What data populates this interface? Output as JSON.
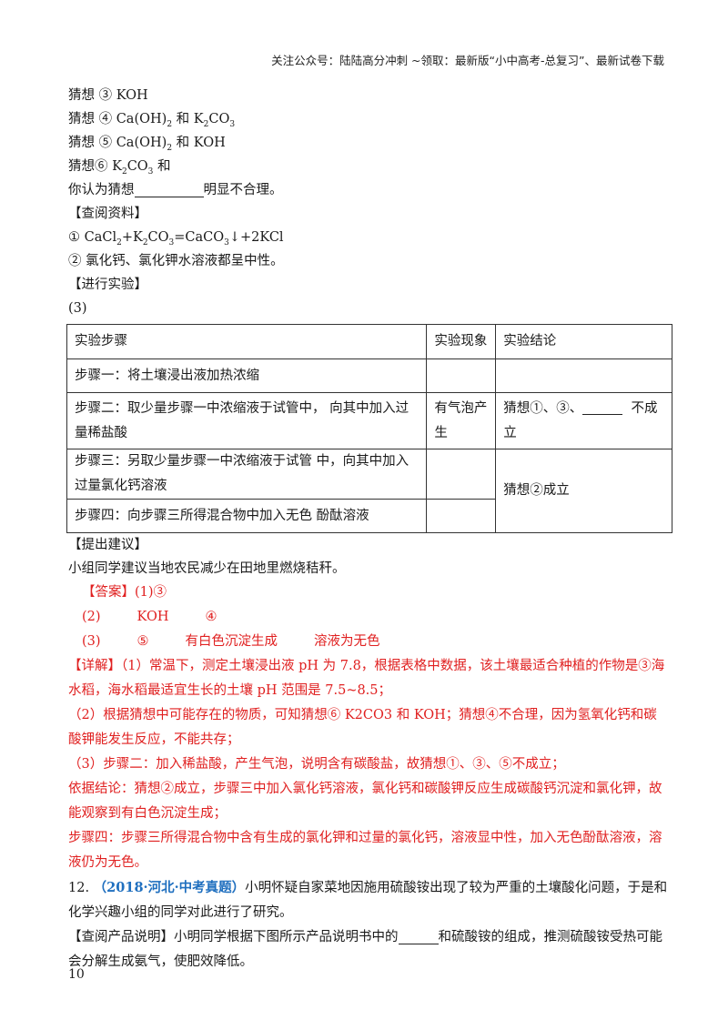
{
  "header": "关注公众号：陆陆高分冲刺 ~领取：最新版“小中高考-总复习”、最新试卷下载",
  "guesses": {
    "g3": "猜想 ③ KOH",
    "g4_pre": "猜想 ④ Ca(OH)",
    "g4_mid": " 和 K",
    "g4_co": "CO",
    "g5_pre": "猜想 ⑤ Ca(OH)",
    "g5_post": " 和  KOH",
    "g6_pre": "猜想⑥ K",
    "g6_co": "CO",
    "g6_post": " 和"
  },
  "question_unreasonable": {
    "pre": "你认为猜想",
    "post": "明显不合理。"
  },
  "section_reference": "【查阅资料】",
  "reference_1": {
    "a": "① CaCl",
    "b": "+K",
    "c": "CO",
    "d": "=CaCO",
    "e": "↓+2KCl"
  },
  "reference_2": "② 氯化钙、氯化钾水溶液都呈中性。",
  "section_experiment": "【进行实验】",
  "part3": "(3)",
  "table": {
    "headers": [
      "实验步骤",
      "实验现象",
      "实验结论"
    ],
    "step1": "步骤一：将土壤浸出液加热浓缩",
    "step2": "步骤二：取少量步骤一中浓缩液于试管中， 向其中加入过量稀盐酸",
    "step2_phenomenon": "有气泡产生",
    "step2_conclusion_pre": "猜想①、③、",
    "step2_conclusion_post": "不成立",
    "step3": "步骤三：另取少量步骤一中浓缩液于试管 中，向其中加入过量氯化钙溶液",
    "step34_conclusion": "猜想②成立",
    "step4": "步骤四：向步骤三所得混合物中加入无色 酚酞溶液"
  },
  "section_suggestion": "【提出建议】",
  "suggestion_text": "小组同学建议当地农民减少在田地里燃烧秸秆。",
  "answer": {
    "label": "【答案】",
    "a1": "(1)③",
    "a2_num": "(2)",
    "a2_x": "KOH",
    "a2_y": "④",
    "a3_num": "(3)",
    "a3_x": "⑤",
    "a3_y": "有白色沉淀生成",
    "a3_z": "溶液为无色"
  },
  "detail": {
    "label": "【详解】",
    "p1": "（1）常温下，测定土壤浸出液 pH 为 7.8，根据表格中数据，该土壤最适合种植的作物是③海水稻，海水稻最适宜生长的土壤 pH 范围是 7.5~8.5；",
    "p2": "（2）根据猜想中可能存在的物质，可知猜想⑥ K2CO3 和 KOH；猜想④不合理，因为氢氧化钙和碳酸钾能发生反应，不能共存；",
    "p3": "（3）步骤二：加入稀盐酸，产生气泡，说明含有碳酸盐，故猜想①、③、⑤不成立；",
    "p4": "依据结论：猜想②成立，步骤三中加入氯化钙溶液，氯化钙和碳酸钾反应生成碳酸钙沉淀和氯化钾，故能观察到有白色沉淀生成；",
    "p5": "步骤四：步骤三所得混合物中含有生成的氯化钾和过量的氯化钙，溶液显中性，加入无色酚酞溶液，溶液仍为无色。"
  },
  "q12": {
    "num": "12.",
    "source": "（2018·河北·中考真题）",
    "text": "小明怀疑自家菜地因施用硫酸铵出现了较为严重的土壤酸化问题，于是和化学兴趣小组的同学对此进行了研究。"
  },
  "product": {
    "label": "【查阅产品说明】",
    "pre": "小明同学根据下图所示产品说明书中的",
    "post": "和硫酸铵的组成，推测硫酸铵受热可能会分解生成氨气，使肥效降低。"
  },
  "page_number": "10"
}
